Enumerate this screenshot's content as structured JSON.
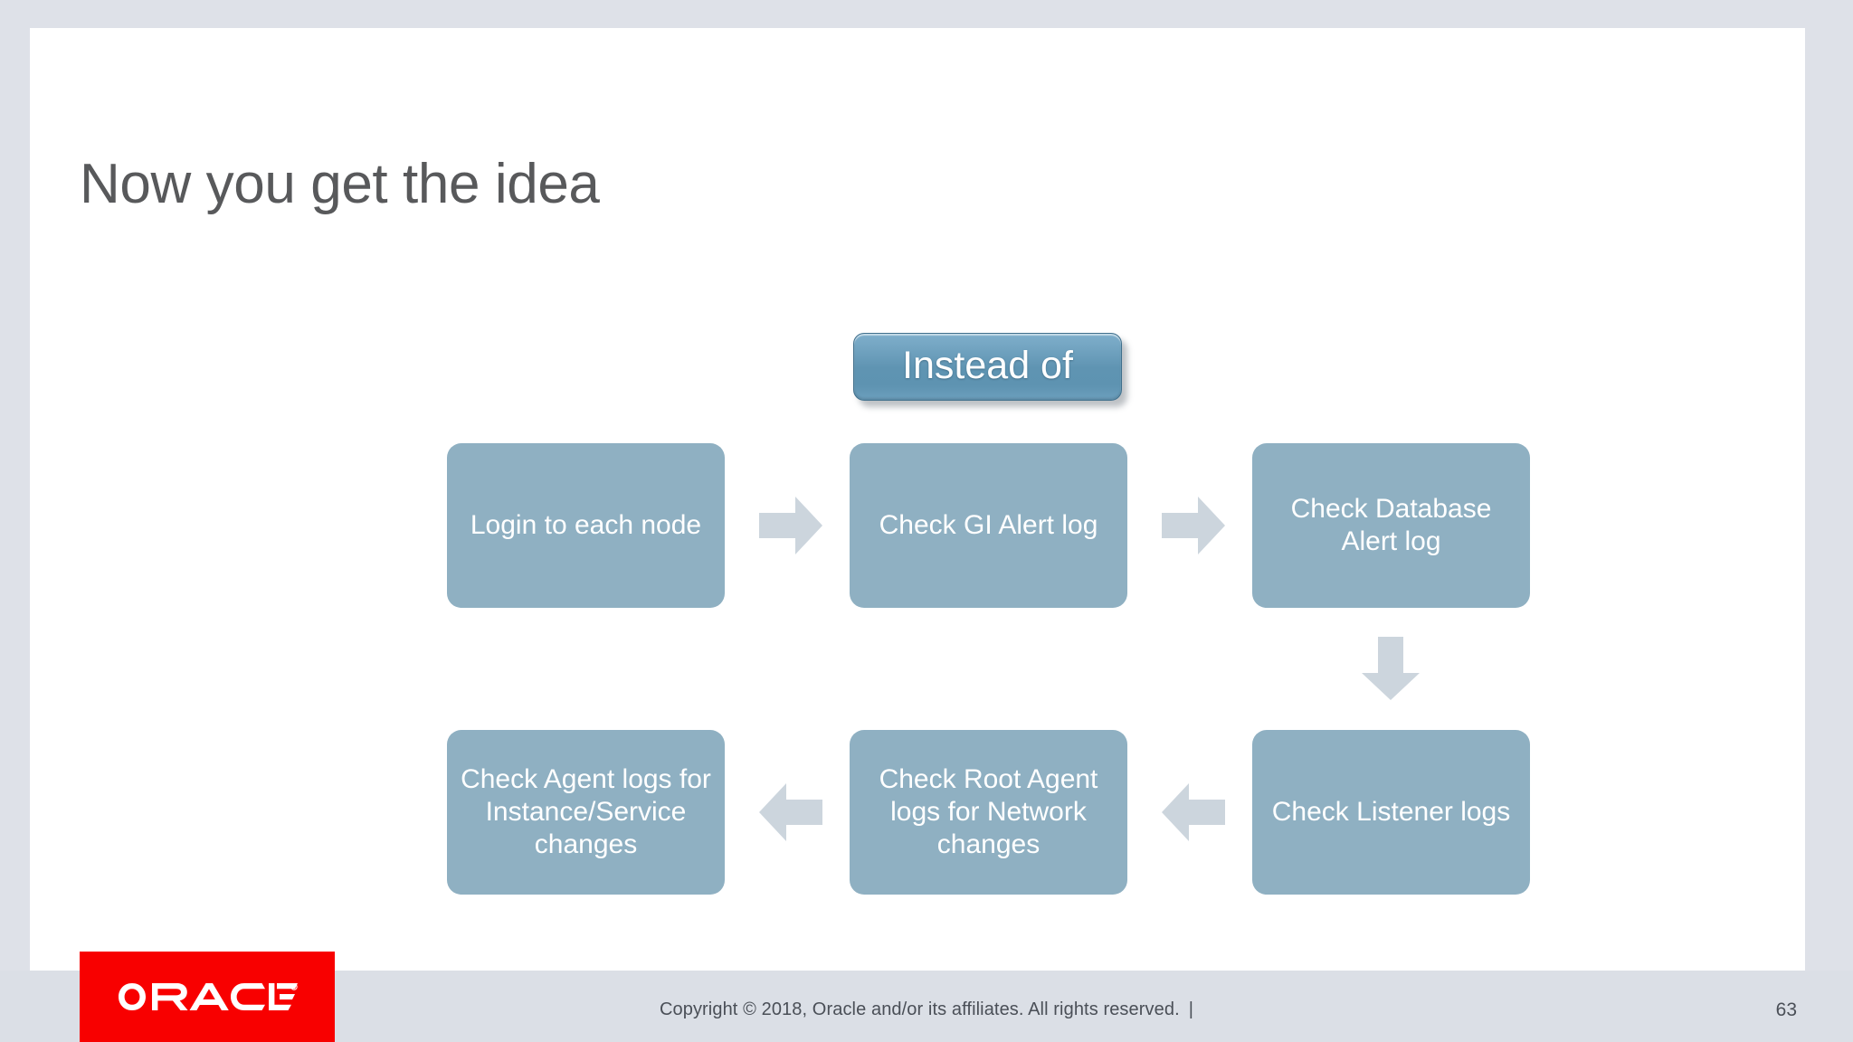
{
  "slide": {
    "title": "Now you get the idea",
    "page_number": "63",
    "background_color": "#dee1e8",
    "surface_color": "#ffffff"
  },
  "callout": {
    "label": "Instead of",
    "fill_top": "#7eaecb",
    "fill_bottom": "#5e93b1",
    "text_color": "#ffffff"
  },
  "flow": {
    "box_fill": "#8fb0c2",
    "box_text_color": "#ffffff",
    "arrow_fill": "#ccd5dd",
    "boxes": [
      {
        "id": "login-node",
        "label": "Login to each node"
      },
      {
        "id": "gi-alert-log",
        "label": "Check GI Alert log"
      },
      {
        "id": "database-alert-log",
        "label": "Check Database\nAlert log"
      },
      {
        "id": "agent-logs",
        "label": "Check Agent logs for\nInstance/Service\nchanges"
      },
      {
        "id": "root-agent-logs",
        "label": "Check Root Agent\nlogs for Network\nchanges"
      },
      {
        "id": "listener-logs",
        "label": "Check Listener logs"
      }
    ],
    "arrows": [
      {
        "id": "login-to-gi",
        "direction": "right"
      },
      {
        "id": "gi-to-database",
        "direction": "right"
      },
      {
        "id": "database-to-listener",
        "direction": "down"
      },
      {
        "id": "listener-to-root-agent",
        "direction": "left"
      },
      {
        "id": "root-agent-to-agent",
        "direction": "left"
      }
    ]
  },
  "footer": {
    "logo_text": "ORACLE",
    "logo_registered": "®",
    "logo_color": "#f80000",
    "copyright": "Copyright © 2018, Oracle and/or its affiliates. All rights reserved.",
    "separator": "|",
    "band_color": "#dbdfe6"
  }
}
